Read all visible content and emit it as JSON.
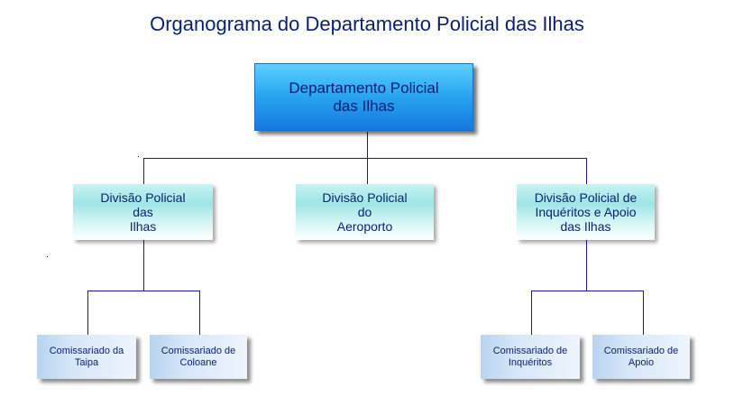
{
  "title": "Organograma do Departamento Policial das Ilhas",
  "root": "Departamento Policial\ndas Ilhas",
  "divisions": [
    "Divisão Policial\ndas\nIlhas",
    "Divisão Policial\ndo\nAeroporto",
    "Divisão Policial de\nInquéritos e Apoio\ndas Ilhas"
  ],
  "units": [
    "Comissariado da\nTaipa",
    "Comissariado de\nColoane",
    "Comissariado de\nInquéritos",
    "Comissariado de\nApoio"
  ],
  "colors": {
    "text": "#0a1f6e",
    "line": "#1a1a8c",
    "root_fill": "#2aa8f2",
    "division_fill": "#9ee5e6",
    "unit_fill": "#d6e6f8"
  }
}
